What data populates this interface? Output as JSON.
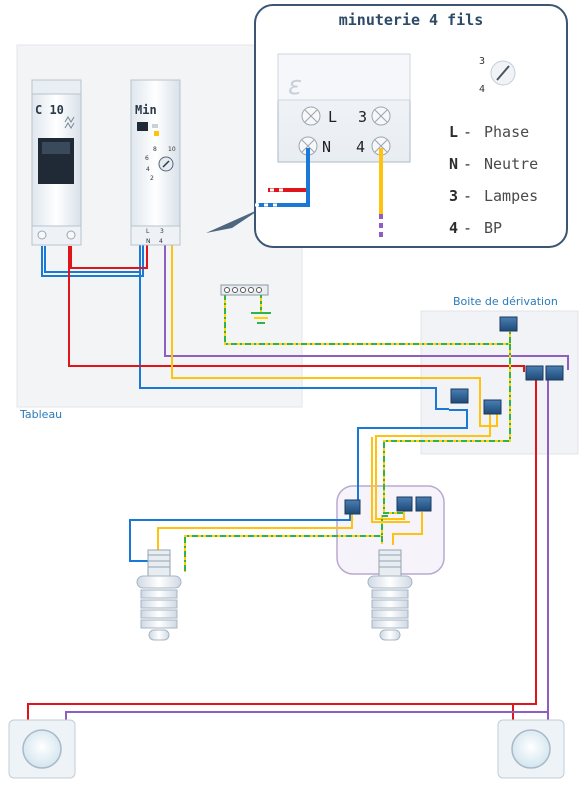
{
  "callout": {
    "title": "minuterie 4 fils",
    "terminals": {
      "L": "L",
      "N": "N",
      "t3": "3",
      "t4": "4"
    },
    "selector_top": "3",
    "selector_bottom": "4",
    "legend": [
      {
        "key": "L",
        "sep": "-",
        "label": "Phase"
      },
      {
        "key": "N",
        "sep": "-",
        "label": "Neutre"
      },
      {
        "key": "3",
        "sep": "-",
        "label": "Lampes"
      },
      {
        "key": "4",
        "sep": "-",
        "label": "BP"
      }
    ]
  },
  "panel": {
    "label": "Tableau",
    "breaker_label": "C 10",
    "timer_label": "Min",
    "timer_dial": {
      "t8": "8",
      "t10": "10",
      "t6": "6",
      "t4": "4",
      "t2": "2"
    },
    "timer_terminals": {
      "L": "L",
      "t3": "3",
      "N": "N",
      "t4": "4"
    }
  },
  "junction_box": {
    "label": "Boite de dérivation"
  },
  "colors": {
    "phase": "#e0141b",
    "neutral": "#1a78d6",
    "lamps": "#ffc20e",
    "push_button": "#8e5fc0",
    "earth_yellow": "#ffd200",
    "earth_green": "#2fb34a",
    "connector": "#2b5a8c",
    "frame": "#3b5573"
  }
}
